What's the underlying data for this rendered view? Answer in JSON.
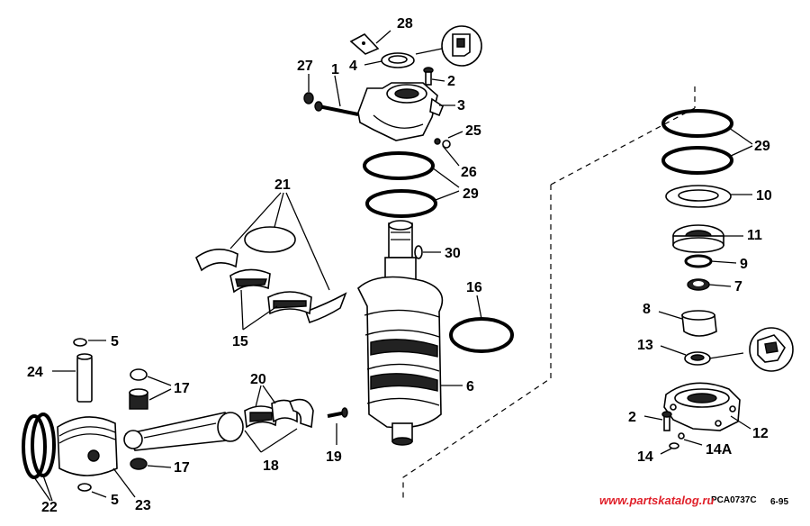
{
  "labels": {
    "p1": "1",
    "p2a": "2",
    "p2b": "2",
    "p3": "3",
    "p4": "4",
    "p5a": "5",
    "p5b": "5",
    "p6": "6",
    "p7": "7",
    "p8": "8",
    "p9": "9",
    "p10": "10",
    "p11": "11",
    "p12": "12",
    "p13": "13",
    "p14": "14",
    "p14a": "14A",
    "p15": "15",
    "p16": "16",
    "p17a": "17",
    "p17b": "17",
    "p18": "18",
    "p19": "19",
    "p20": "20",
    "p21": "21",
    "p22": "22",
    "p23": "23",
    "p24": "24",
    "p25": "25",
    "p26": "26",
    "p27": "27",
    "p28": "28",
    "p29a": "29",
    "p29b": "29",
    "p30": "30"
  },
  "code": "PCA0737C",
  "date": "6-95",
  "watermark": "www.partskatalog.ru",
  "colors": {
    "line": "#000000",
    "background": "#ffffff",
    "watermark": "#e0202a"
  }
}
